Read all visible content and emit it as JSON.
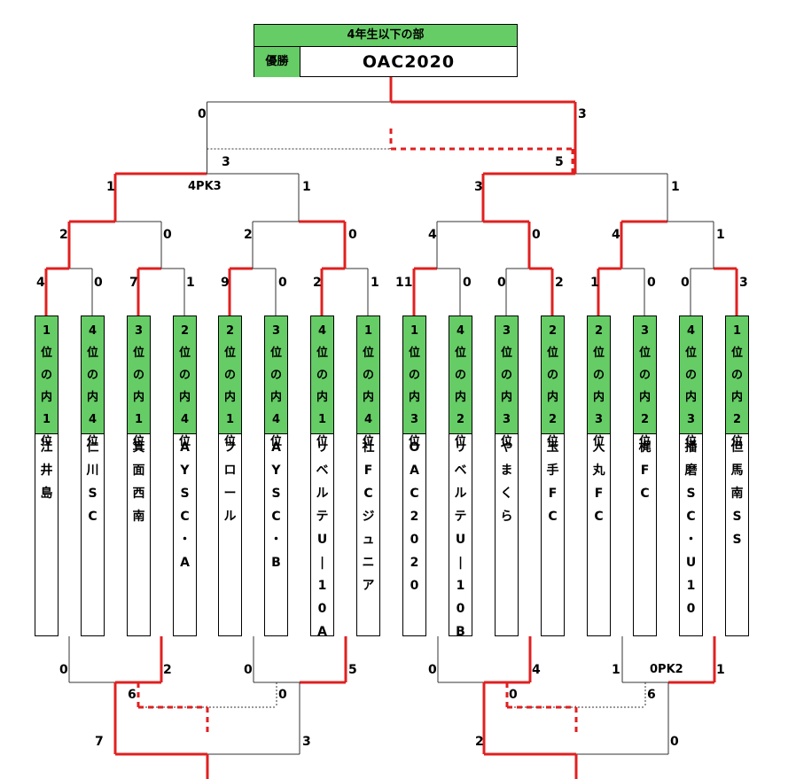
{
  "header": {
    "division": "4年生以下の部",
    "winner_label": "優勝",
    "winner": "OAC2020"
  },
  "teams": [
    {
      "rank": "1位の内1位",
      "name": "江井島"
    },
    {
      "rank": "4位の内4位",
      "name": "仁川SC"
    },
    {
      "rank": "3位の内1位",
      "name": "箕面西南"
    },
    {
      "rank": "2位の内4位",
      "name": "AYSC・A"
    },
    {
      "rank": "2位の内1位",
      "name": "フロール"
    },
    {
      "rank": "3位の内4位",
      "name": "AYSC・B"
    },
    {
      "rank": "4位の内1位",
      "name": "リベルテU-10A"
    },
    {
      "rank": "1位の内4位",
      "name": "社FCジュニア"
    },
    {
      "rank": "1位の内3位",
      "name": "OAC2020"
    },
    {
      "rank": "4位の内2位",
      "name": "リベルテU-10B"
    },
    {
      "rank": "3位の内3位",
      "name": "やまくら"
    },
    {
      "rank": "2位の内2位",
      "name": "玉手FC"
    },
    {
      "rank": "2位の内3位",
      "name": "人丸FC"
    },
    {
      "rank": "3位の内2位",
      "name": "梶FC"
    },
    {
      "rank": "4位の内3位",
      "name": "播磨SC・U10"
    },
    {
      "rank": "1位の内2位",
      "name": "但馬南SS"
    }
  ],
  "scores": {
    "r1": [
      "4",
      "0",
      "7",
      "1",
      "9",
      "0",
      "2",
      "1",
      "11",
      "0",
      "0",
      "2",
      "1",
      "0",
      "0",
      "3"
    ],
    "qf": [
      "2",
      "0",
      "2",
      "0",
      "4",
      "0",
      "4",
      "1"
    ],
    "qf_pk": "4PK3",
    "sf": [
      "1",
      "1",
      "3",
      "1"
    ],
    "third": [
      "3",
      "5"
    ],
    "final": [
      "0",
      "3"
    ],
    "lower_r1": [
      "0",
      "2",
      "0",
      "5",
      "0",
      "4",
      "1",
      "1"
    ],
    "lower_r1_pk": "0PK2",
    "lower_r2": [
      "7",
      "3",
      "2",
      "0"
    ],
    "lower_cons": [
      "6",
      "0",
      "0",
      "6"
    ]
  },
  "colors": {
    "win": "#e02020",
    "lose": "#333333",
    "rank_bg": "#66cc66"
  }
}
